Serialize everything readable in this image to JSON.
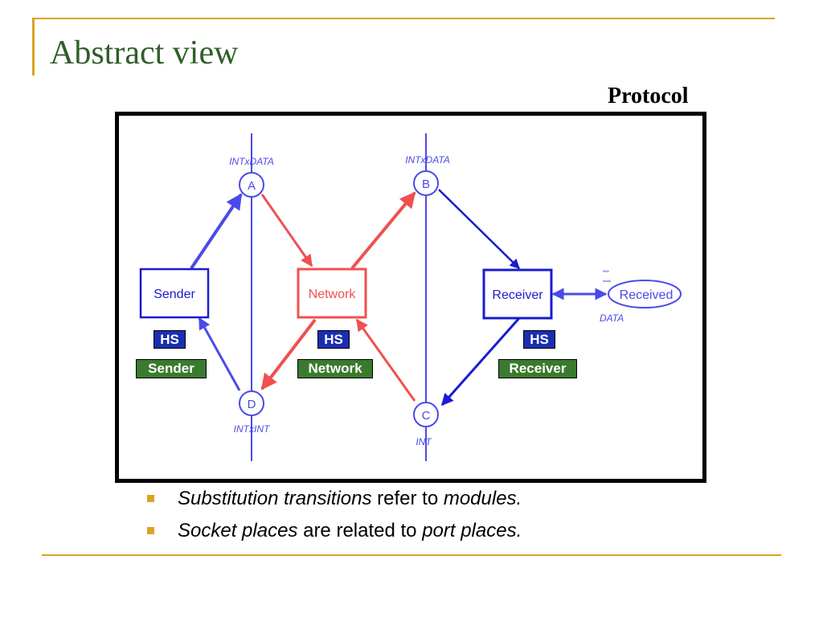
{
  "slide": {
    "title": "Abstract view",
    "frame_label": "Protocol"
  },
  "diagram": {
    "places": {
      "A": {
        "label": "A",
        "type": "INTxDATA"
      },
      "B": {
        "label": "B",
        "type": "INTxDATA"
      },
      "C": {
        "label": "C",
        "type": "INT"
      },
      "D": {
        "label": "D",
        "type": "INTxINT"
      },
      "received": {
        "label": "Received",
        "type": "DATA",
        "initial_marking": "\"\""
      }
    },
    "transitions": {
      "sender": {
        "label": "Sender",
        "tag": "HS",
        "module": "Sender"
      },
      "network": {
        "label": "Network",
        "tag": "HS",
        "module": "Network"
      },
      "receiver": {
        "label": "Receiver",
        "tag": "HS",
        "module": "Receiver"
      }
    },
    "colors": {
      "blue": "#4a4ae8",
      "dark_blue": "#1a1ad0",
      "red": "#f05050",
      "hs_tag": "#1a2eb0",
      "module_tag": "#3a7a2e"
    }
  },
  "bullets": [
    {
      "em1": "Substitution transitions",
      "text": " refer to ",
      "em2": "modules."
    },
    {
      "em1": "Socket places",
      "text": " are related to ",
      "em2": "port places."
    }
  ],
  "theme": {
    "accent": "#d9a520",
    "title_color": "#2f5e28"
  }
}
